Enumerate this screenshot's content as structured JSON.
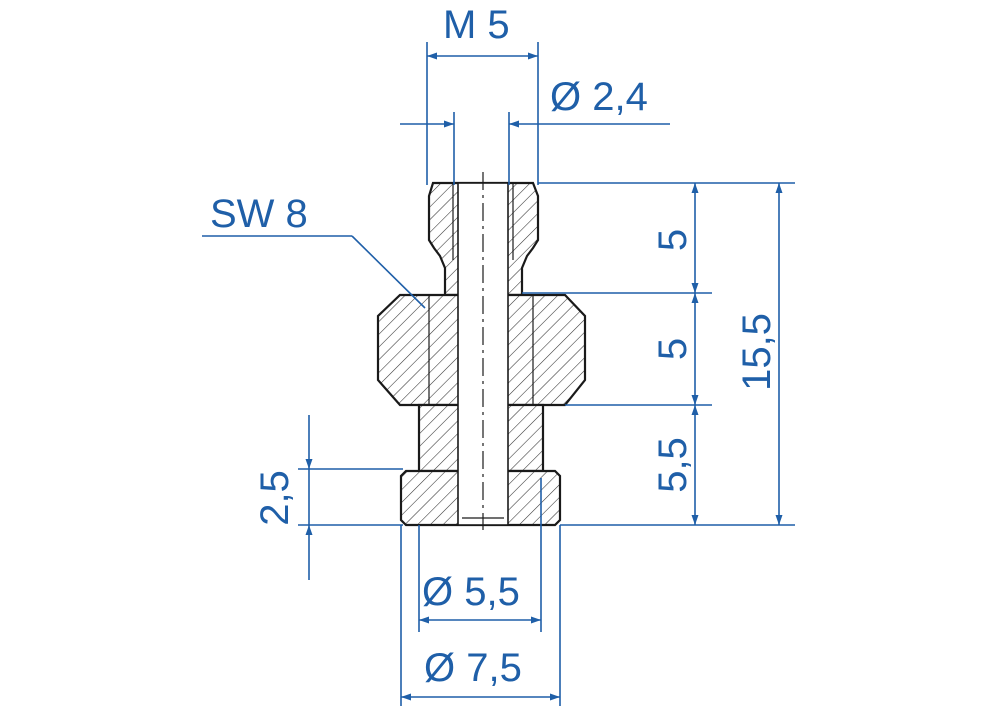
{
  "colors": {
    "dimension": "#1f5fa8",
    "outline": "#1a1a1a",
    "hatch": "#333333",
    "background": "#ffffff"
  },
  "labels": {
    "thread": "M 5",
    "bore_diameter": "Ø 2,4",
    "wrench_size": "SW 8",
    "top_length": "5",
    "hex_length": "5",
    "total_length": "15,5",
    "lower_length": "5,5",
    "flange_height": "2,5",
    "shaft_diameter": "Ø 5,5",
    "flange_diameter": "Ø 7,5"
  }
}
